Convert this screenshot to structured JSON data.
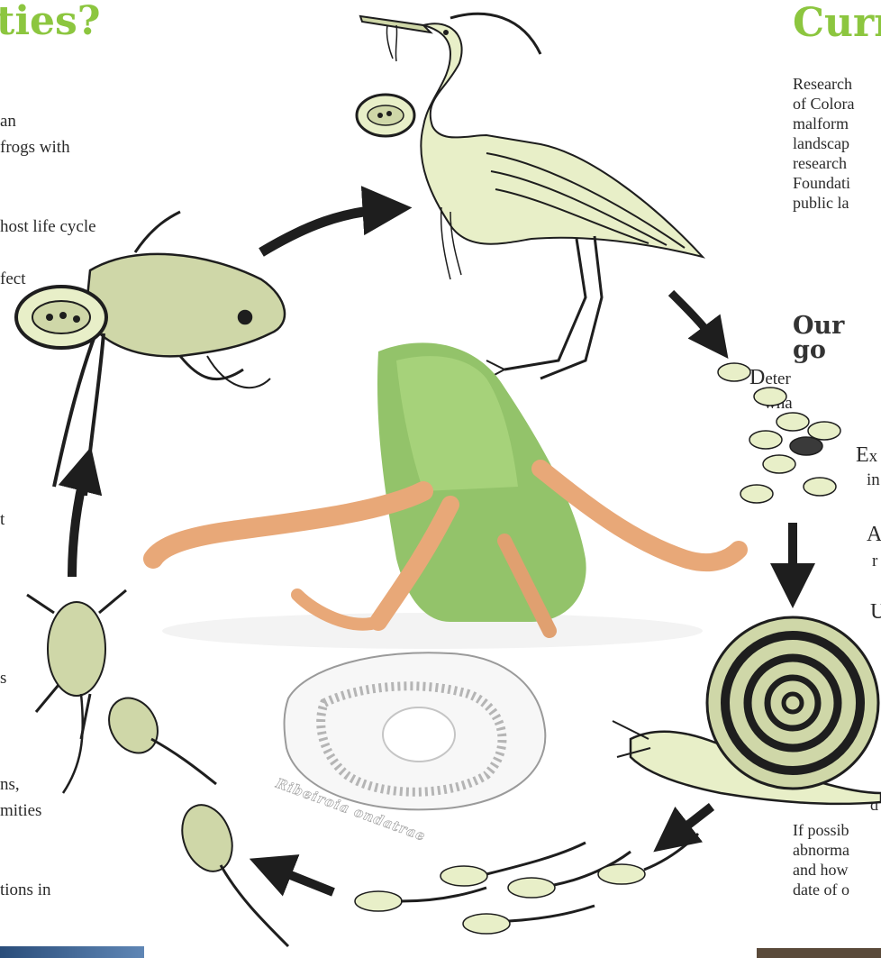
{
  "left_panel": {
    "heading": "ties?",
    "lines": [
      "an",
      "frogs with",
      "host life cycle",
      "fect",
      "t",
      "s",
      "ns,",
      "mities",
      "tions in"
    ]
  },
  "right_panel": {
    "heading": "Curr",
    "intro_lines": [
      "Research",
      "of Colora",
      "malform",
      "landscap",
      "research",
      "Foundati",
      "public la"
    ],
    "goals_heading": "Our go",
    "goals": [
      {
        "cap": "D",
        "rest": "eter",
        "line2": "wha"
      },
      {
        "cap": "E",
        "rest": "x",
        "line2": "in"
      },
      {
        "cap": "A",
        "rest": "",
        "line2": "r"
      },
      {
        "cap": "U",
        "rest": "",
        "line2": ""
      }
    ],
    "bottom_lines": [
      "d",
      "If possib",
      "abnorma",
      "and how",
      "date of o"
    ]
  },
  "diagram": {
    "species_label": "Ribeiroia ondatrae"
  },
  "colors": {
    "accent_green": "#8cc63f",
    "creature_fill": "#e8efc8",
    "ink": "#1e1e1e"
  }
}
